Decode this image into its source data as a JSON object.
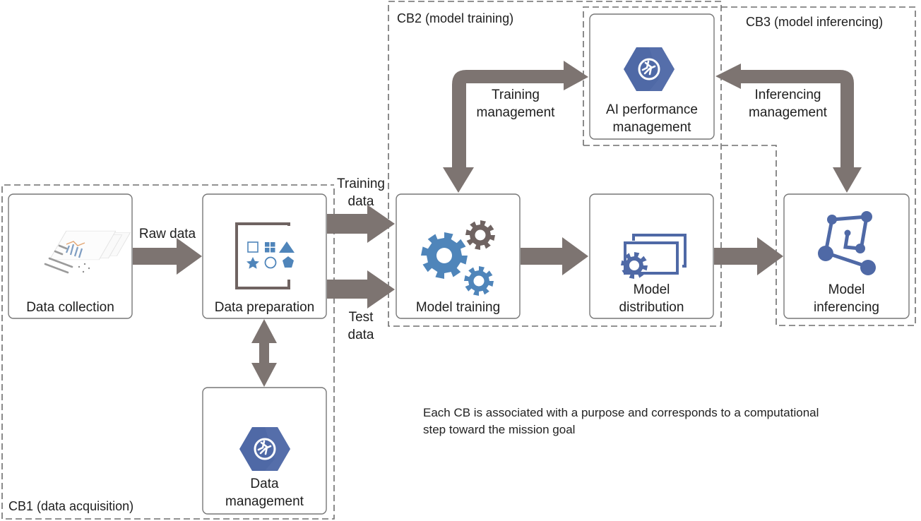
{
  "colors": {
    "arrow": "#7d7471",
    "box_border": "#777777",
    "dash": "#6e6e6e",
    "icon_blue": "#4f85ba",
    "icon_navy": "#4f69a6",
    "gear_brown": "#6f6361"
  },
  "regions": {
    "cb1": "CB1 (data acquisition)",
    "cb2": "CB2 (model training)",
    "cb3": "CB3 (model inferencing)"
  },
  "nodes": {
    "data_collection": {
      "label": "Data collection",
      "icon": "documents-chart-icon"
    },
    "data_preparation": {
      "label": "Data preparation",
      "icon": "shapes-bracket-icon"
    },
    "data_management": {
      "line1": "Data",
      "line2": "management",
      "icon": "hexagon-shutter-icon"
    },
    "model_training": {
      "label": "Model training",
      "icon": "gears-icon"
    },
    "model_distribution": {
      "line1": "Model",
      "line2": "distribution",
      "icon": "windows-gear-icon"
    },
    "ai_performance": {
      "line1": "AI performance",
      "line2": "management",
      "icon": "hexagon-shutter-icon"
    },
    "model_inferencing": {
      "line1": "Model",
      "line2": "inferencing",
      "icon": "node-graph-icon"
    }
  },
  "edges": {
    "raw_data": "Raw data",
    "training_data_1": "Training",
    "training_data_2": "data",
    "test_data_1": "Test",
    "test_data_2": "data",
    "training_mgmt_1": "Training",
    "training_mgmt_2": "management",
    "inferencing_mgmt_1": "Inferencing",
    "inferencing_mgmt_2": "management"
  },
  "note": {
    "line1": "Each CB is associated with a purpose and corresponds to a computational",
    "line2": "step toward the mission goal"
  }
}
